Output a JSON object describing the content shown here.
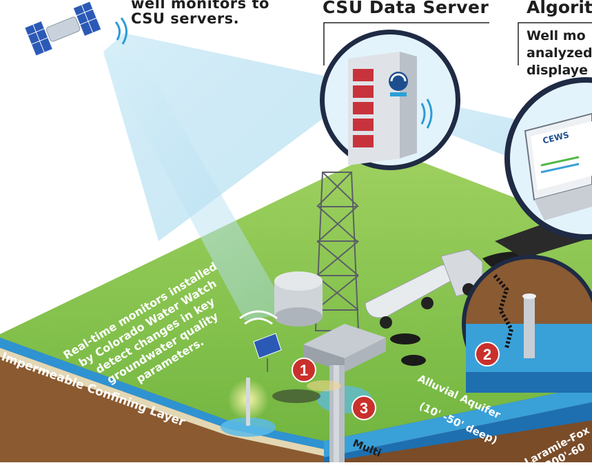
{
  "satellite": {
    "caption_line1": "well monitors to",
    "caption_line2": "CSU servers."
  },
  "server": {
    "title": "CSU Data Server"
  },
  "algorithm": {
    "title": "Algorit",
    "body_line1": "Well mo",
    "body_line2": "analyzed",
    "body_line3": "displaye"
  },
  "laptop": {
    "brand": "CEWS"
  },
  "monitor_note": {
    "line1": "Real-time monitors installed",
    "line2": "by Colorado Water Watch",
    "line3": "detect changes in key",
    "line4": "groundwater quality",
    "line5": "parameters."
  },
  "layers": {
    "confining": "Impermeable Confining Layer",
    "alluvial_name": "Alluvial Aquifer",
    "alluvial_depth": "(10' -50' deep)",
    "laramie_name": "Laramie-Fox",
    "laramie_depth": "(200'-60",
    "multi": "Multi"
  },
  "markers": [
    "1",
    "2",
    "3"
  ],
  "colors": {
    "grass": "#7cc04a",
    "soil": "#8a5a32",
    "water": "#3aa0d8",
    "marker": "#c9302c",
    "beam": "#bfe4f4"
  }
}
